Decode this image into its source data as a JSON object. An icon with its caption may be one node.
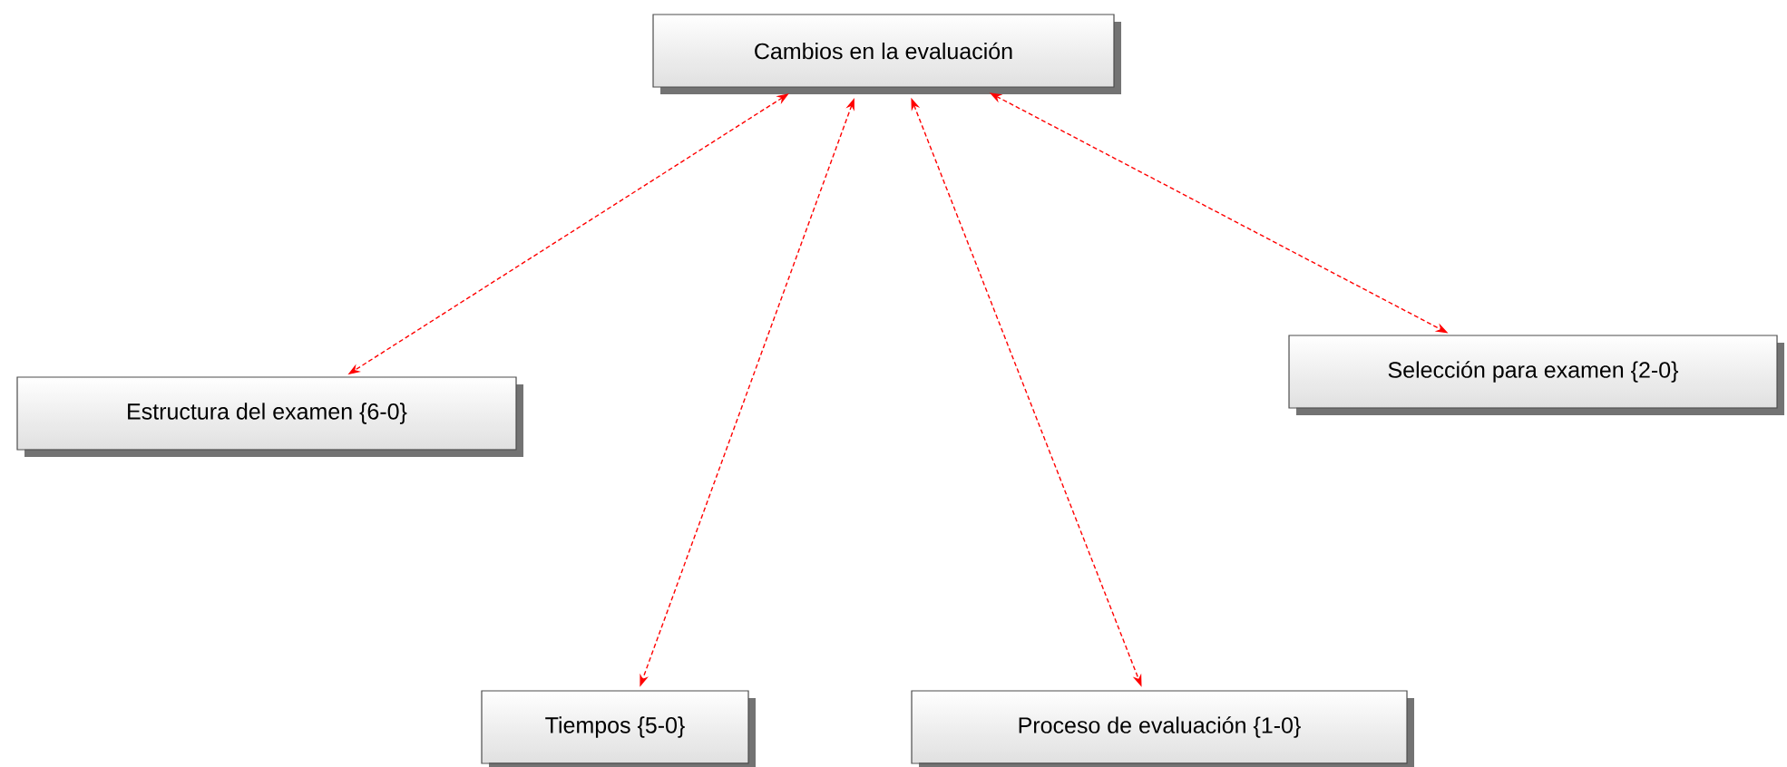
{
  "diagram": {
    "nodes": [
      {
        "text": [
          "Cambios en la evaluación"
        ]
      },
      {
        "text": [
          "Estructura del examen {6-0}"
        ]
      },
      {
        "text": [
          "Selección para examen {2-0}"
        ]
      },
      {
        "text": [
          "Tiempos {5-0}"
        ]
      },
      {
        "text": [
          "Proceso de evaluación {1-0}"
        ]
      }
    ],
    "edges": [
      {
        "from": 0,
        "to": 1,
        "arrow": "both",
        "style": "dashed"
      },
      {
        "from": 0,
        "to": 3,
        "arrow": "both",
        "style": "dashed"
      },
      {
        "from": 0,
        "to": 4,
        "arrow": "both",
        "style": "dashed"
      },
      {
        "from": 0,
        "to": 2,
        "arrow": "both",
        "style": "dashed"
      }
    ]
  }
}
